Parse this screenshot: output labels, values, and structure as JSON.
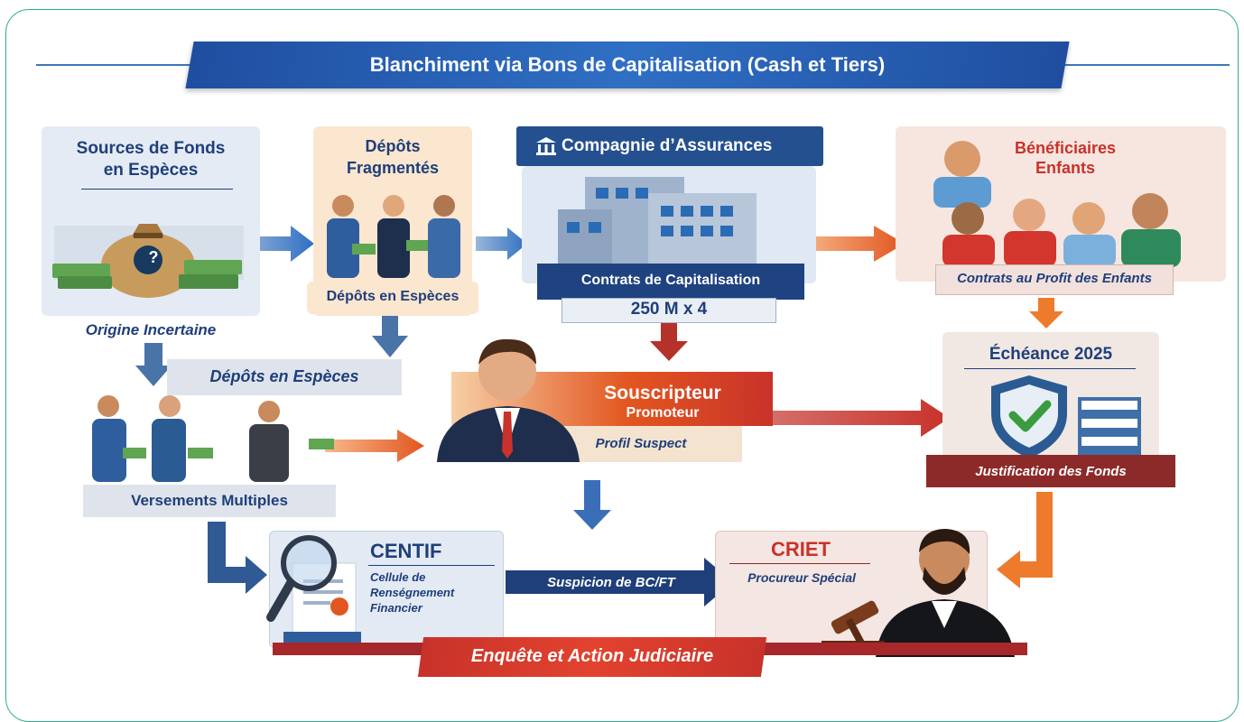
{
  "title": "Blanchiment via Bons de Capitalisation (Cash et Tiers)",
  "sources": {
    "heading_line1": "Sources de Fonds",
    "heading_line2": "en Espèces",
    "caption": "Origine Incertaine",
    "bag_symbol": "?"
  },
  "deposits": {
    "heading_line1": "Dépôts",
    "heading_line2": "Fragmentés",
    "caption": "Dépôts en Espèces"
  },
  "cash_deposits_band": "Dépôts en Espèces",
  "multiple_payments": {
    "caption": "Versements Multiples"
  },
  "insurer": {
    "heading": "Compagnie d’Assurances",
    "contracts_label": "Contrats de Capitalisation",
    "amount": "250 M x 4"
  },
  "beneficiaries": {
    "heading_line1": "Bénéficiaires",
    "heading_line2": "Enfants",
    "caption": "Contrats au Profit des Enfants"
  },
  "subscriber": {
    "heading": "Souscripteur",
    "subheading": "Promoteur",
    "caption": "Profil Suspect"
  },
  "maturity": {
    "heading": "Échéance 2025",
    "caption": "Justification des Fonds"
  },
  "centif": {
    "heading": "CENTIF",
    "desc_line1": "Cellule de",
    "desc_line2": "Renségnement",
    "desc_line3": "Financier"
  },
  "suspicion_label": "Suspicion de BC/FT",
  "criet": {
    "heading": "CRIET",
    "subheading": "Procureur Spécial"
  },
  "footer_banner": "Enquête et Action Judiciaire",
  "icons": [
    "money-bag-icon",
    "bank-icon",
    "building-icon",
    "shield-check-icon",
    "magnifier-icon",
    "gavel-icon",
    "people-icon",
    "judge-icon",
    "businessman-icon"
  ],
  "colors": {
    "navy": "#1f3f7a",
    "blue": "#2f6fc4",
    "red": "#c8322a",
    "orange": "#ee7a2c",
    "panel_blue": "#e6edf6",
    "panel_peach": "#fbe7d4",
    "panel_pink": "#f8e9e4"
  }
}
